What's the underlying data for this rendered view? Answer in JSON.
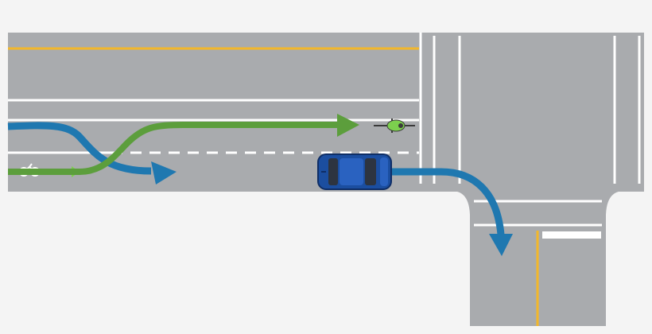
{
  "colors": {
    "background": "#f4f4f4",
    "asphalt": "#a9abae",
    "lane_marking": "#ffffff",
    "center_line": "#f2b72b",
    "bike_path_arrow": "#5c9e3c",
    "car_path_arrow": "#1f78b0",
    "bike_lane_symbol": "#7ccf4e",
    "car_body": "#1b4ea0",
    "car_window": "#2d3440",
    "cyclist": "#7ccf4e"
  },
  "diagram": {
    "description_elements": [
      "main-road",
      "cross-street",
      "bike-lane",
      "bike-path-arrow",
      "car-path-arrow",
      "right-turn-arrow",
      "blue-car",
      "cyclist"
    ]
  }
}
